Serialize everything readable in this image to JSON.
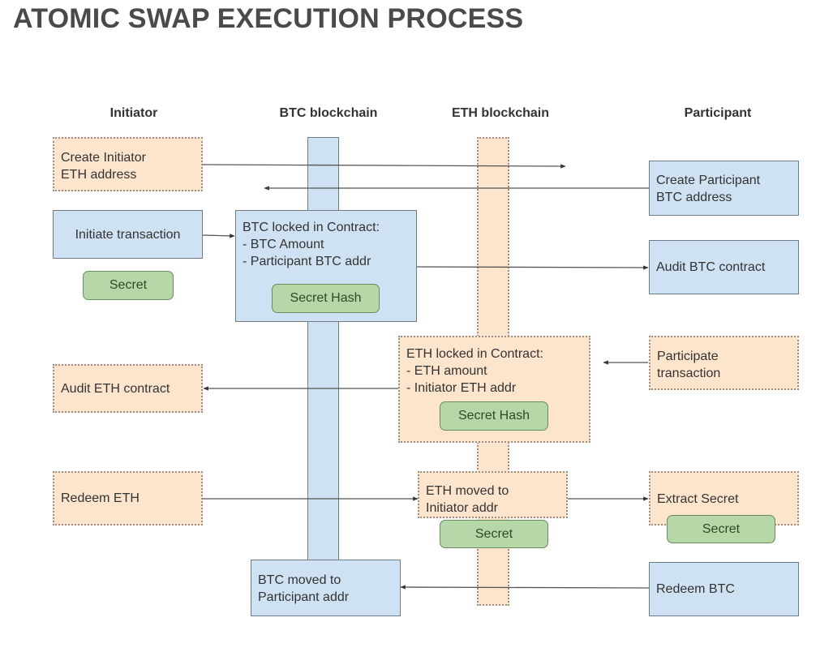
{
  "title": "ATOMIC SWAP EXECUTION PROCESS",
  "lanes": {
    "initiator": "Initiator",
    "btc": "BTC blockchain",
    "eth": "ETH blockchain",
    "participant": "Participant"
  },
  "boxes": {
    "create_initiator_eth": "Create Initiator\nETH address",
    "create_participant_btc": "Create Participant\nBTC address",
    "initiate_transaction": "Initiate transaction",
    "btc_locked": "BTC locked in Contract:\n- BTC Amount\n- Participant BTC addr",
    "audit_btc_contract": "Audit BTC contract",
    "eth_locked": "ETH locked in Contract:\n- ETH amount\n- Initiator ETH addr",
    "participate_transaction": "Participate\ntransaction",
    "audit_eth_contract": "Audit ETH contract",
    "redeem_eth": "Redeem ETH",
    "eth_moved": "ETH moved to\nInitiator addr",
    "extract_secret": "Extract Secret",
    "btc_moved": "BTC moved to\nParticipant addr",
    "redeem_btc": "Redeem BTC"
  },
  "pills": {
    "secret_initiator": "Secret",
    "secret_hash_btc": "Secret Hash",
    "secret_hash_eth": "Secret Hash",
    "secret_eth_moved": "Secret",
    "secret_extract": "Secret"
  },
  "colors": {
    "btc_fill": "#cfe2f3",
    "eth_fill": "#fde5cd",
    "secret_fill": "#b6d7a8",
    "line": "#555555"
  },
  "flows": [
    {
      "from": "Create Initiator ETH address",
      "to": "Participant"
    },
    {
      "from": "Create Participant BTC address",
      "to": "Initiator"
    },
    {
      "from": "Initiate transaction",
      "to": "BTC locked in Contract"
    },
    {
      "from": "BTC locked in Contract",
      "to": "Audit BTC contract"
    },
    {
      "from": "Participate transaction",
      "to": "ETH locked in Contract"
    },
    {
      "from": "ETH locked in Contract",
      "to": "Audit ETH contract"
    },
    {
      "from": "Redeem ETH",
      "to": "ETH moved to Initiator addr"
    },
    {
      "from": "ETH moved to Initiator addr",
      "to": "Extract Secret"
    },
    {
      "from": "Redeem BTC",
      "to": "BTC moved to Participant addr"
    }
  ]
}
